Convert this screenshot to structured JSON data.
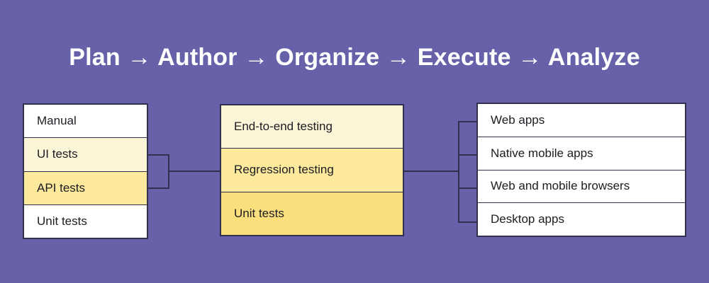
{
  "diagram": {
    "title": "Plan → Author → Organize → Execute → Analyze",
    "background_color": "#6661a8",
    "border_color": "#31304f",
    "text_color": "#1c1c22",
    "title_color": "#ffffff",
    "columns": [
      {
        "id": "plan",
        "name": "test-types-column",
        "cells": [
          {
            "label": "Manual",
            "fill": "#ffffff"
          },
          {
            "label": "UI tests",
            "fill": "#fdf5d8"
          },
          {
            "label": "API tests",
            "fill": "#fce99b"
          },
          {
            "label": "Unit tests",
            "fill": "#ffffff"
          }
        ]
      },
      {
        "id": "author",
        "name": "test-levels-column",
        "cells": [
          {
            "label": "End-to-end testing",
            "fill": "#fdf5d8"
          },
          {
            "label": "Regression testing",
            "fill": "#fce99b"
          },
          {
            "label": "Unit tests",
            "fill": "#fcdf7d"
          }
        ]
      },
      {
        "id": "execute",
        "name": "platforms-column",
        "cells": [
          {
            "label": "Web apps",
            "fill": "#ffffff"
          },
          {
            "label": "Native mobile apps",
            "fill": "#ffffff"
          },
          {
            "label": "Web and mobile browsers",
            "fill": "#ffffff"
          },
          {
            "label": "Desktop apps",
            "fill": "#ffffff"
          }
        ]
      }
    ],
    "connectors": [
      {
        "name": "left-bracket",
        "from": "test-types-column",
        "to": "test-levels-column"
      },
      {
        "name": "right-bracket",
        "from": "test-levels-column",
        "to": "platforms-column"
      }
    ]
  }
}
